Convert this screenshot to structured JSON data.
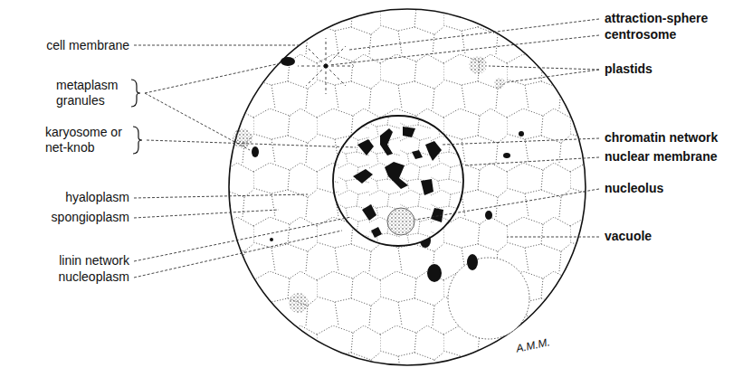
{
  "diagram": {
    "labels": [
      "cell membrane",
      "metaplasm granules",
      "karyosome or net-knob",
      "hyaloplasm",
      "spongioplasm",
      "linin network",
      "nucleoplasm",
      "attraction-sphere",
      "centrosome",
      "plastids",
      "chromatin network",
      "nuclear membrane",
      "nucleolus",
      "vacuole",
      "A.M.M."
    ]
  }
}
